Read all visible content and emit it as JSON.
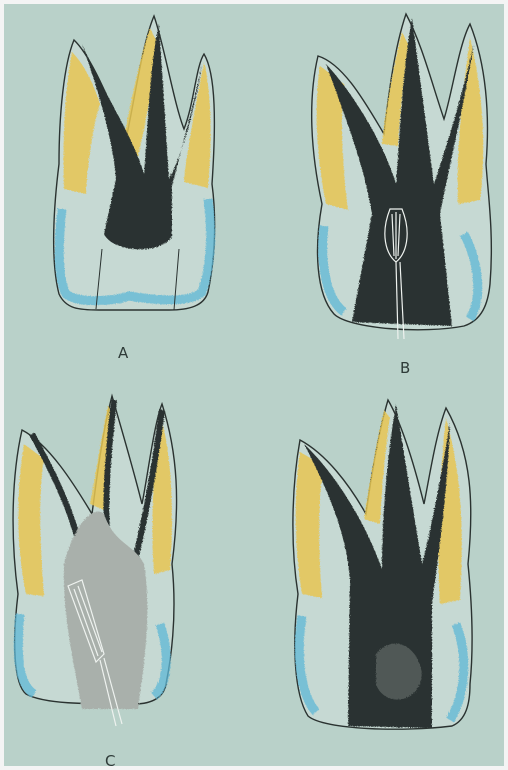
{
  "figure": {
    "panels": [
      {
        "label": "A",
        "name": "tooth-panel-a",
        "state": "pulp chamber with occlusal access outline"
      },
      {
        "label": "B",
        "name": "tooth-panel-b",
        "state": "instrument in canal, dark filling"
      },
      {
        "label": "C",
        "name": "tooth-panel-c",
        "state": "light grey fill with angled instrument"
      },
      {
        "label": "",
        "name": "tooth-panel-d",
        "state": "fully obturated dark crown"
      }
    ],
    "colors": {
      "background": "#b9d1c9",
      "root_yellow": "#e7c653",
      "enamel_blue": "#5fb8d6",
      "pulp_dark": "#2b3331",
      "fill_grey": "#a9b0ab",
      "outline": "#2a3230"
    }
  }
}
